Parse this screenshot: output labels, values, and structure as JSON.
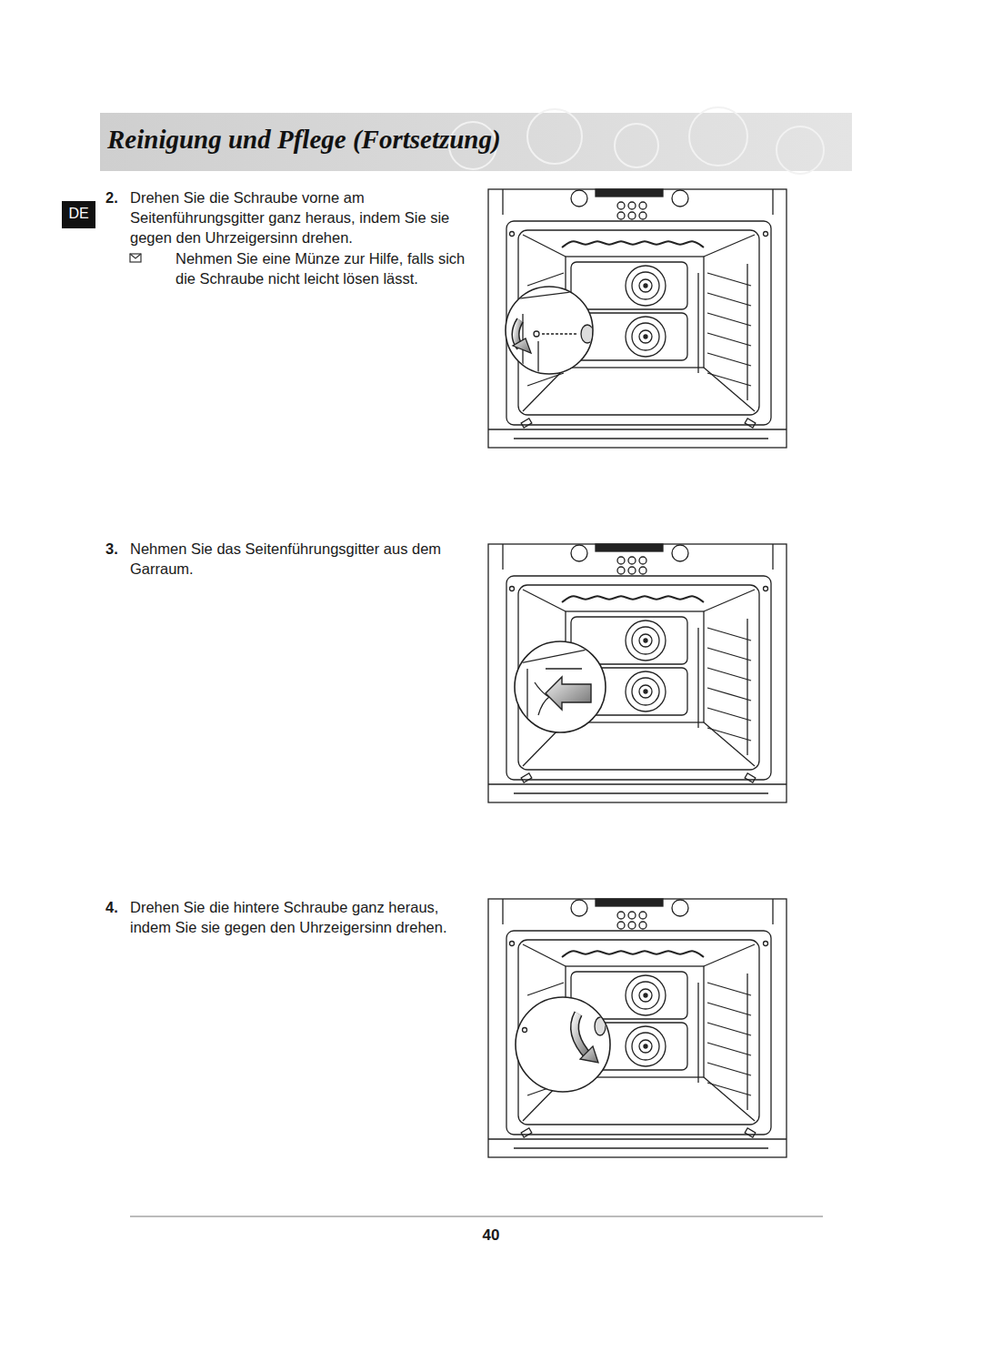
{
  "diagram": {
    "title": "Reinigung und Pflege (Fortsetzung)",
    "labels": [
      "DE",
      "2.",
      "Drehen Sie die Schraube vorne am Seitenführungsgitter ganz heraus, indem Sie sie gegen den Uhrzeigersinn drehen.",
      "Nehmen Sie eine Münze zur Hilfe, falls sich die Schraube nicht leicht lösen lässt.",
      "3.",
      "Nehmen Sie das Seitenführungsgitter aus dem Garraum.",
      "4.",
      "Drehen Sie die hintere Schraube ganz heraus, indem Sie sie gegen den Uhrzeigersinn drehen.",
      "40"
    ]
  }
}
